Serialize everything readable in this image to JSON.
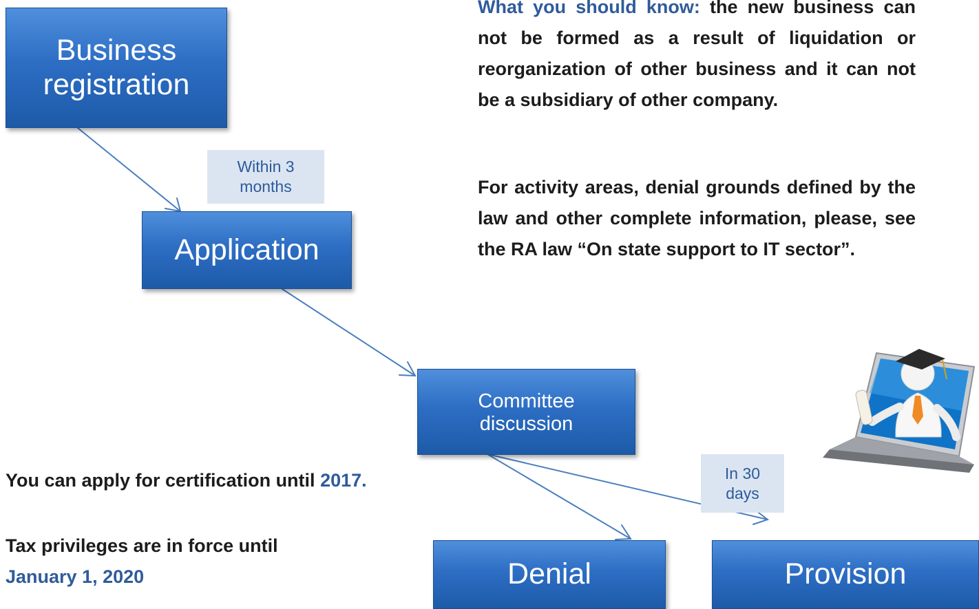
{
  "nodes": {
    "business_registration": "Business registration",
    "application": "Application",
    "committee_discussion": "Committee discussion",
    "denial": "Denial",
    "provision": "Provision"
  },
  "tags": {
    "within_3_months": "Within 3 months",
    "in_30_days": "In 30 days"
  },
  "notes": {
    "know_label": "What you should know:",
    "know_text": "the new business can not be formed as a result of liquidation or reorganization of other business and it can not be a subsidiary of other company.",
    "activity_text": "For activity areas, denial grounds defined by the law and other complete information, please, see the RA law “On state support to IT sector”.",
    "apply_text": "You can apply for certification until",
    "apply_year": "2017.",
    "tax_text": "Tax privileges are in force until",
    "tax_date": "January 1, 2020"
  },
  "colors": {
    "box_fill": "#2d6ec4",
    "tag_fill": "#dbe5f1",
    "highlight_text": "#2f5b9a",
    "connector": "#4a7ebd"
  },
  "image": {
    "mascot": "graduate-figure-emerging-from-laptop"
  }
}
